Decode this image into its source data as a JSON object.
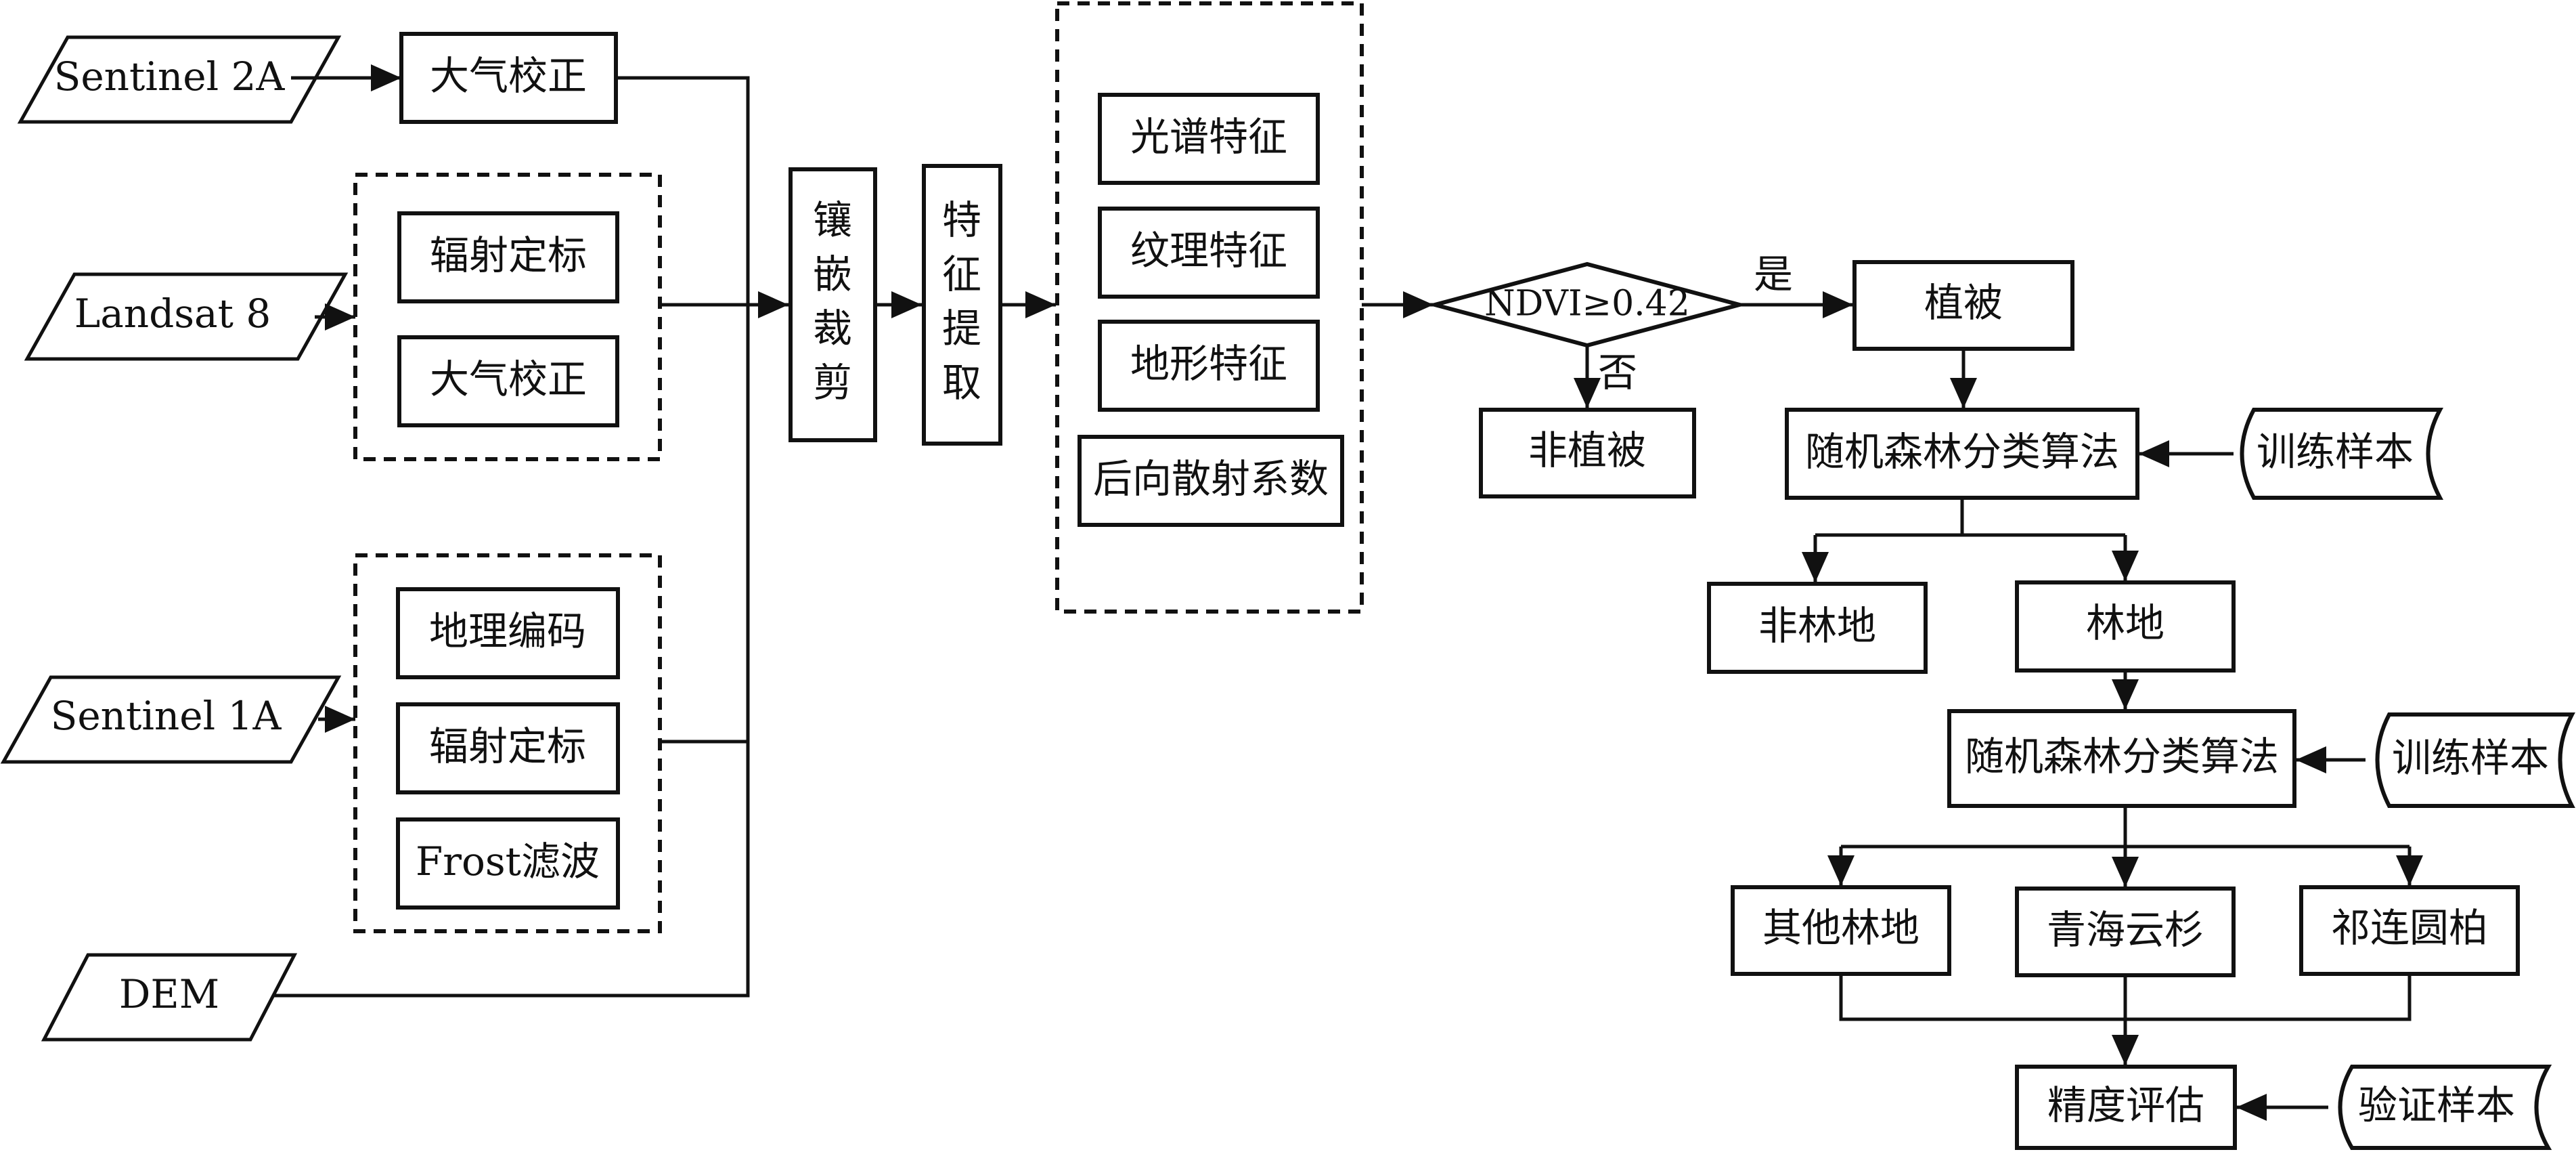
{
  "inputs": {
    "sentinel2a": "Sentinel 2A",
    "landsat8": "Landsat 8",
    "sentinel1a": "Sentinel 1A",
    "dem": "DEM"
  },
  "preprocess": {
    "s2_atm": "大气校正",
    "l8_rad": "辐射定标",
    "l8_atm": "大气校正",
    "s1_geo": "地理编码",
    "s1_rad": "辐射定标",
    "s1_frost": "Frost滤波"
  },
  "steps": {
    "mosaic": [
      "镶",
      "嵌",
      "裁",
      "剪"
    ],
    "feature": [
      "特",
      "征",
      "提",
      "取"
    ]
  },
  "features": {
    "spectral": "光谱特征",
    "texture": "纹理特征",
    "terrain": "地形特征",
    "backscatter": "后向散射系数"
  },
  "decision": {
    "ndvi": "NDVI≥0.42",
    "yes": "是",
    "no": "否"
  },
  "outputs": {
    "veg": "植被",
    "nonveg": "非植被",
    "rf1": "随机森林分类算法",
    "train1": "训练样本",
    "nonforest": "非林地",
    "forest": "林地",
    "rf2": "随机森林分类算法",
    "train2": "训练样本",
    "other": "其他林地",
    "spruce": "青海云杉",
    "juniper": "祁连圆柏",
    "accuracy": "精度评估",
    "verify": "验证样本"
  }
}
